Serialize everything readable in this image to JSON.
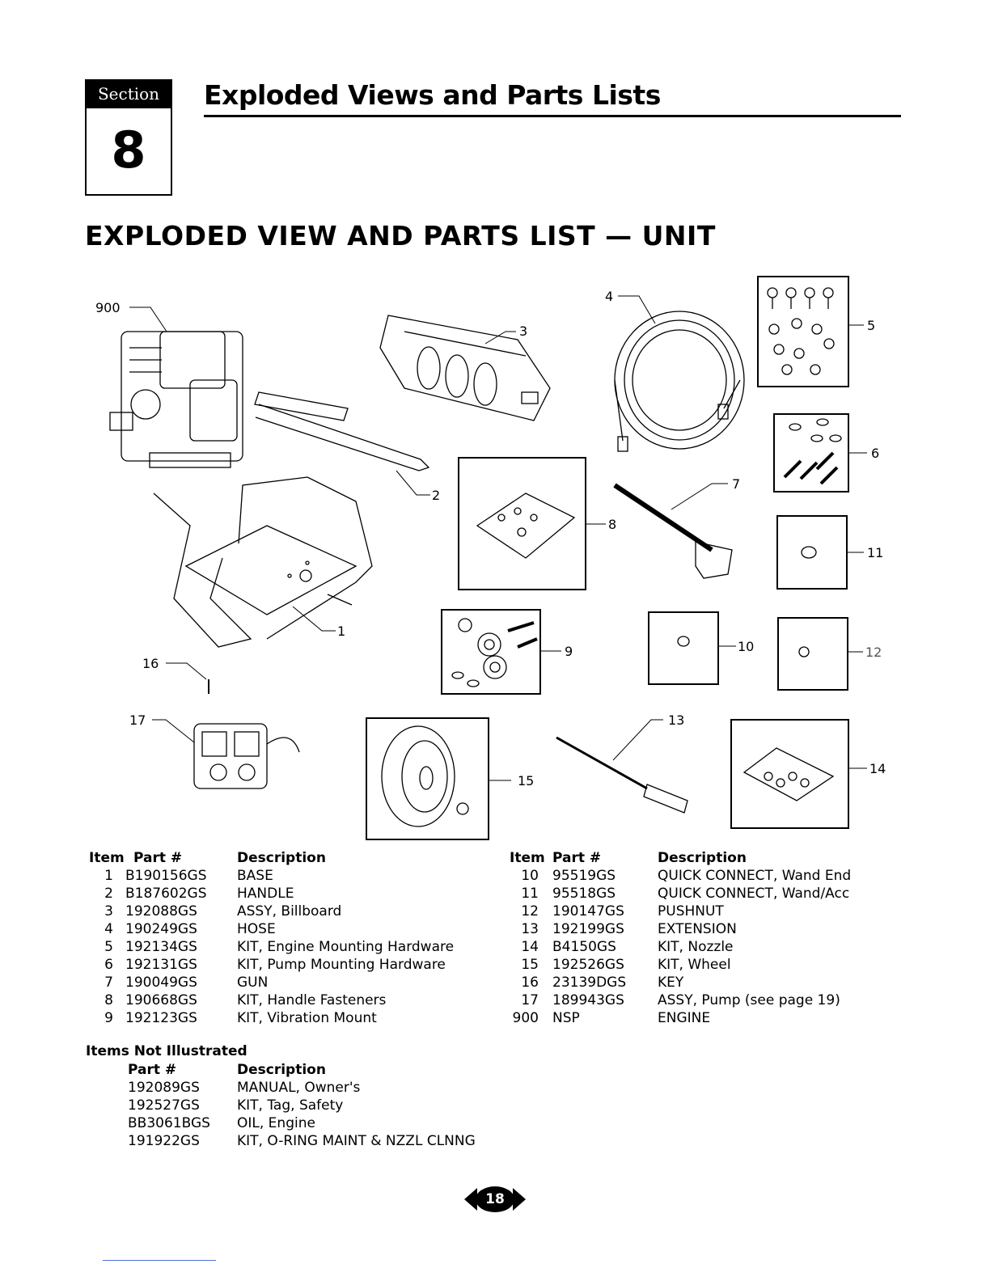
{
  "section": {
    "badge_label": "Section",
    "number": "8",
    "title": "Exploded Views and Parts Lists"
  },
  "page_heading": "EXPLODED VIEW AND PARTS LIST — UNIT",
  "callouts": [
    "900",
    "3",
    "4",
    "5",
    "6",
    "2",
    "7",
    "8",
    "11",
    "1",
    "9",
    "10",
    "12",
    "16",
    "17",
    "13",
    "15",
    "14"
  ],
  "parts_table_headers": {
    "item": "Item",
    "part": "Part #",
    "description": "Description"
  },
  "parts_left": [
    {
      "item": "1",
      "part": "B190156GS",
      "description": "BASE"
    },
    {
      "item": "2",
      "part": "B187602GS",
      "description": "HANDLE"
    },
    {
      "item": "3",
      "part": "192088GS",
      "description": "ASSY, Billboard"
    },
    {
      "item": "4",
      "part": "190249GS",
      "description": "HOSE"
    },
    {
      "item": "5",
      "part": "192134GS",
      "description": "KIT, Engine Mounting Hardware"
    },
    {
      "item": "6",
      "part": "192131GS",
      "description": "KIT, Pump Mounting Hardware"
    },
    {
      "item": "7",
      "part": "190049GS",
      "description": "GUN"
    },
    {
      "item": "8",
      "part": "190668GS",
      "description": "KIT, Handle Fasteners"
    },
    {
      "item": "9",
      "part": "192123GS",
      "description": "KIT, Vibration Mount"
    }
  ],
  "parts_right": [
    {
      "item": "10",
      "part": "95519GS",
      "description": "QUICK CONNECT, Wand End"
    },
    {
      "item": "11",
      "part": "95518GS",
      "description": "QUICK CONNECT, Wand/Acc"
    },
    {
      "item": "12",
      "part": "190147GS",
      "description": "PUSHNUT"
    },
    {
      "item": "13",
      "part": "192199GS",
      "description": "EXTENSION"
    },
    {
      "item": "14",
      "part": "B4150GS",
      "description": "KIT, Nozzle"
    },
    {
      "item": "15",
      "part": "192526GS",
      "description": "KIT, Wheel"
    },
    {
      "item": "16",
      "part": "23139DGS",
      "description": "KEY"
    },
    {
      "item": "17",
      "part": "189943GS",
      "description": "ASSY, Pump (see page 19)"
    },
    {
      "item": "900",
      "part": "NSP",
      "description": "ENGINE"
    }
  ],
  "not_illustrated": {
    "title": "Items Not Illustrated",
    "headers": {
      "part": "Part #",
      "description": "Description"
    },
    "rows": [
      {
        "part": "192089GS",
        "description": "MANUAL, Owner's"
      },
      {
        "part": "192527GS",
        "description": "KIT, Tag, Safety"
      },
      {
        "part": "BB3061BGS",
        "description": "OIL, Engine"
      },
      {
        "part": "191922GS",
        "description": "KIT, O-RING MAINT & NZZL CLNNG"
      }
    ]
  },
  "page_number": "18"
}
